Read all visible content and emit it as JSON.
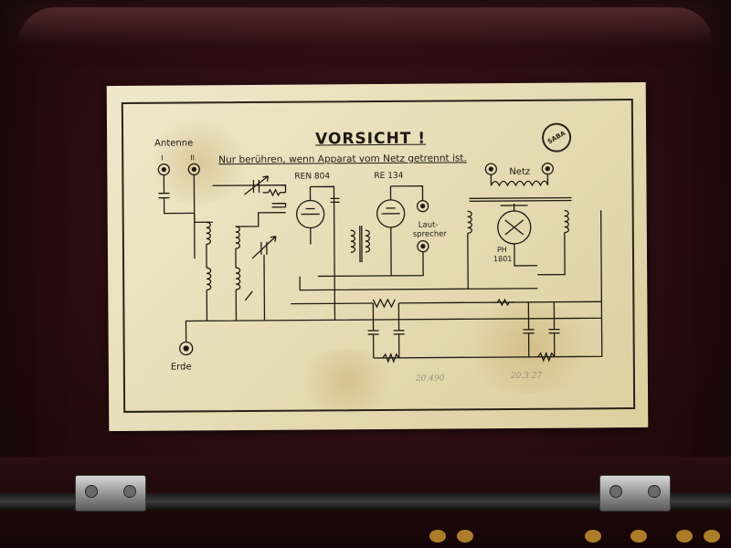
{
  "label": {
    "title": "VORSICHT !",
    "subtitle": "Nur berühren, wenn Apparat vom Netz getrennt ist.",
    "logo_text": "SABA",
    "antenna_label": "Antenne",
    "antenna_terminals": [
      "I",
      "II"
    ],
    "earth_label": "Erde",
    "tube1_label": "REN 804",
    "tube2_label": "RE 134",
    "speaker_label_line1": "Laut-",
    "speaker_label_line2": "sprecher",
    "mains_label": "Netz",
    "rectifier_label_line1": "PH",
    "rectifier_label_line2": "1801",
    "pencil_notes": [
      "20.490",
      "20.3.27"
    ]
  },
  "colors": {
    "ink": "#1e1a12",
    "paper": "#e7ddb7",
    "case": "#2a0c10"
  }
}
